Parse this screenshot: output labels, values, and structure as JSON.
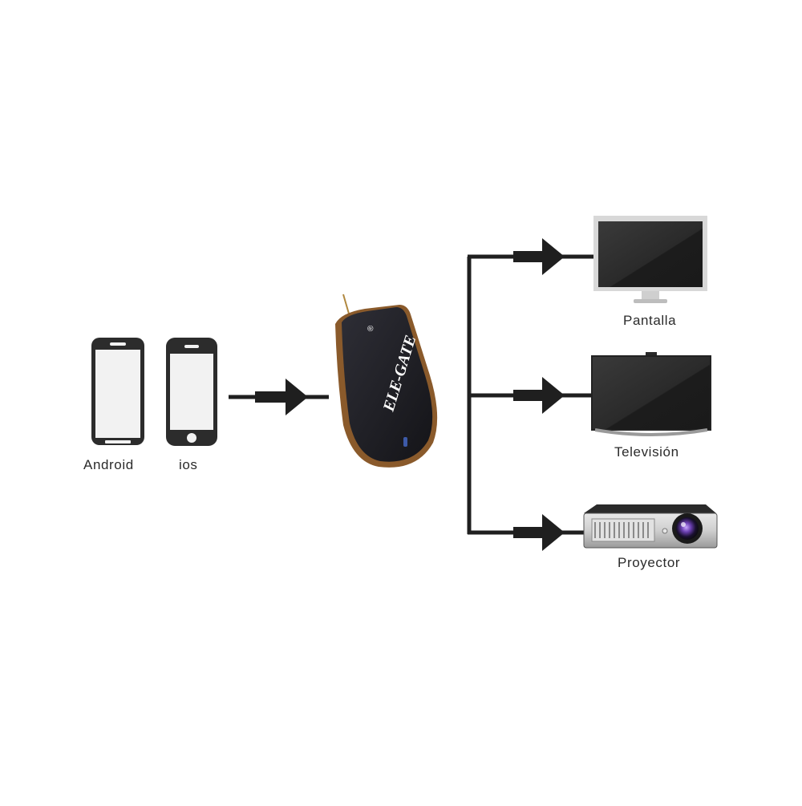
{
  "sources": [
    {
      "label": "Android",
      "icon": "android-phone-icon"
    },
    {
      "label": "ios",
      "icon": "iphone-icon"
    }
  ],
  "dongle": {
    "brand": "ELE-GATE",
    "registered_mark": "®",
    "icon": "hdmi-dongle-icon"
  },
  "outputs": [
    {
      "label": "Pantalla",
      "icon": "monitor-icon"
    },
    {
      "label": "Televisión",
      "icon": "tv-icon"
    },
    {
      "label": "Proyector",
      "icon": "projector-icon"
    }
  ],
  "colors": {
    "device_dark": "#2c2c2c",
    "screen": "#f2f2f2",
    "connector": "#1f1f1f",
    "label": "#2b2b2b",
    "dongle_body": "#1d1d22",
    "dongle_edge": "#8a5a2b"
  }
}
